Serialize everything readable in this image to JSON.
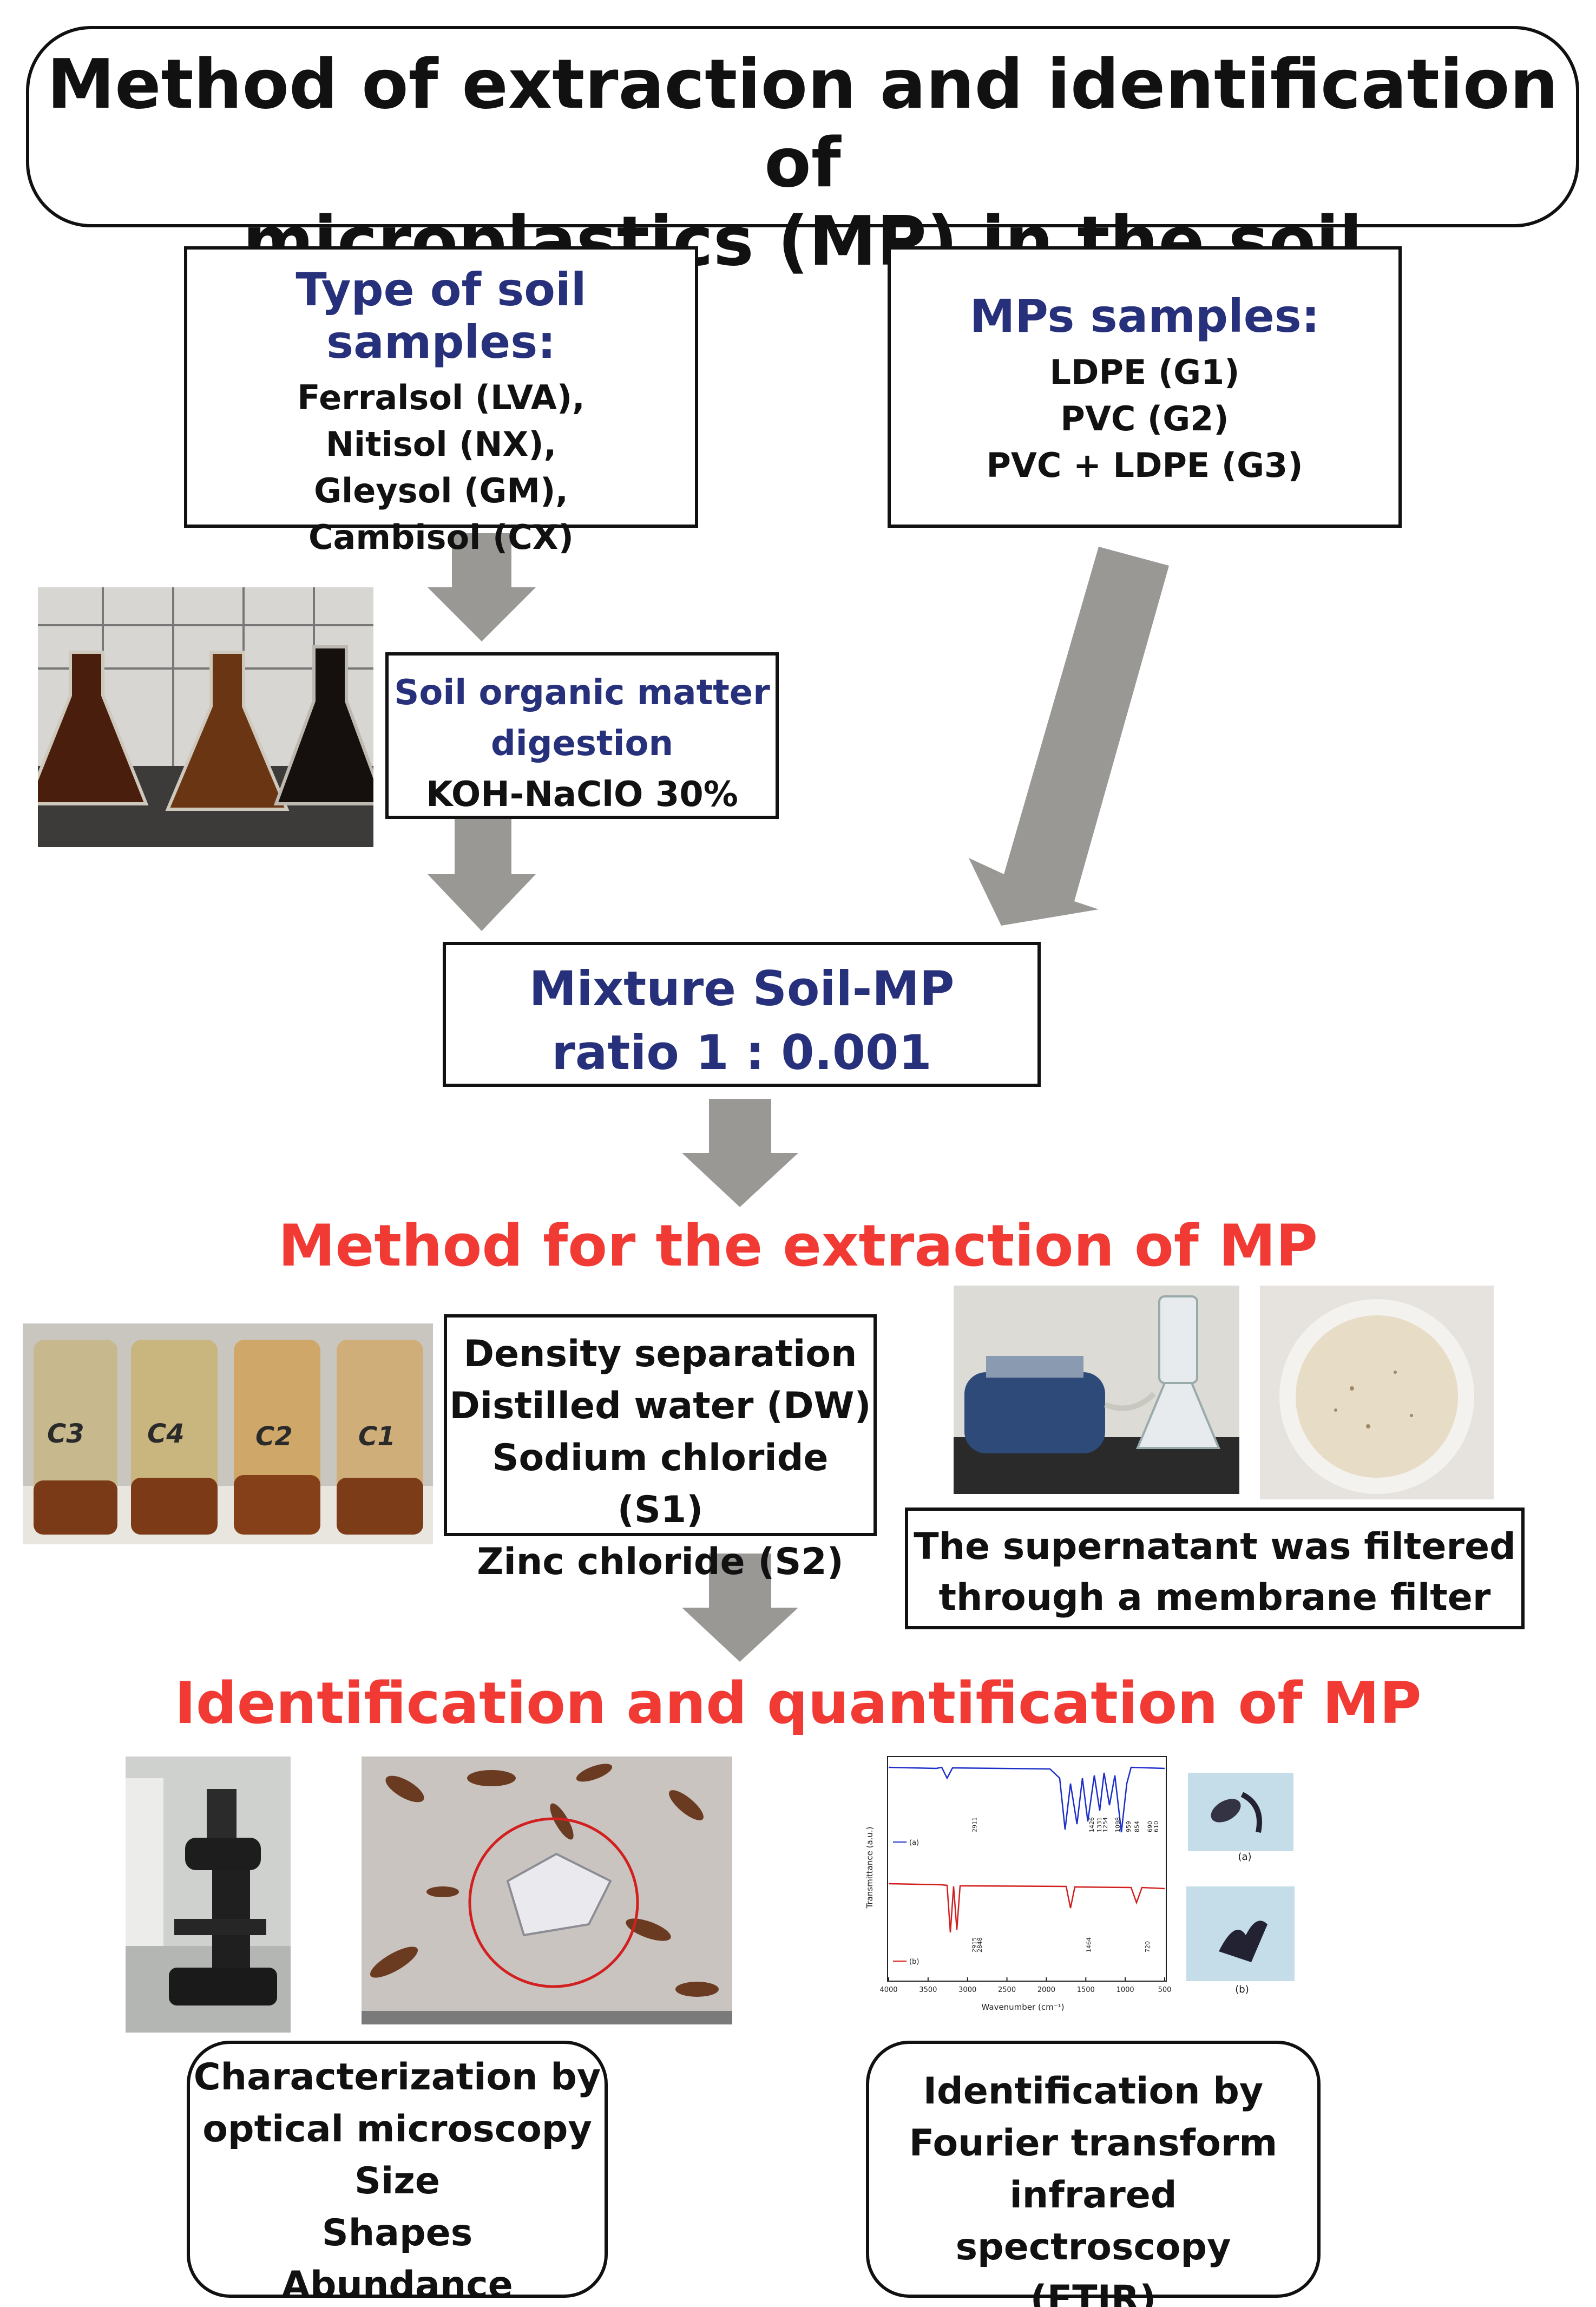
{
  "title": {
    "line1": "Method of extraction and identification of",
    "line2": "microplastics (MP) in the soil"
  },
  "soil_box": {
    "heading": "Type of soil samples:",
    "items": [
      "Ferralsol (LVA),",
      "Nitisol (NX),",
      "Gleysol (GM),",
      "Cambisol (CX)"
    ]
  },
  "mp_box": {
    "heading": "MPs samples:",
    "items": [
      "LDPE (G1)",
      "PVC (G2)",
      "PVC + LDPE (G3)"
    ]
  },
  "digestion_box": {
    "line1": "Soil organic matter",
    "line2": "digestion",
    "line3": "KOH-NaClO 30%"
  },
  "mixture_box": {
    "line1": "Mixture  Soil-MP",
    "line2": "ratio  1 : 0.001"
  },
  "extraction_heading": "Method for the extraction of MP",
  "density_box": {
    "items": [
      "Density separation",
      "Distilled water (DW)",
      "Sodium chloride (S1)",
      "Zinc chloride (S2)"
    ]
  },
  "filter_box": {
    "line1": "The supernatant was filtered",
    "line2": "through a membrane filter"
  },
  "identification_heading": "Identification and quantification of MP",
  "microscopy_box": {
    "items": [
      "Characterization by",
      "optical microscopy",
      "Size",
      "Shapes",
      "Abundance"
    ]
  },
  "ftir_box": {
    "items": [
      "Identification by",
      "Fourier transform",
      "infrared spectroscopy",
      "(FTIR)"
    ]
  },
  "jar_labels": [
    "C3",
    "C4",
    "C2",
    "C1"
  ],
  "ftir_chart": {
    "ylabel": "Transmittance (a.u.)",
    "xlabel": "Wavenumber (cm⁻¹)",
    "ticks": [
      "4000",
      "3500",
      "3000",
      "2500",
      "2000",
      "1500",
      "1000",
      "500"
    ],
    "legend_a": "(a)",
    "legend_b": "(b)",
    "peaks_a": [
      "2911",
      "1426",
      "1331",
      "1254",
      "1098",
      "959",
      "854",
      "690",
      "610"
    ],
    "peaks_b": [
      "2915",
      "2848",
      "1464",
      "720"
    ],
    "sub_a": "(a)",
    "sub_b": "(b)"
  },
  "colors": {
    "heading_red": "#f23a35",
    "heading_blue": "#27307a",
    "arrow_gray": "#9a9895"
  }
}
